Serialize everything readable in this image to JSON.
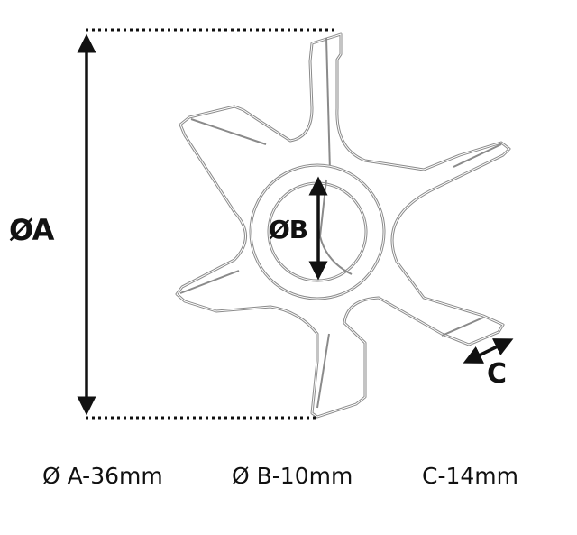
{
  "diagram": {
    "subject": "impeller",
    "labels": {
      "a": "ØA",
      "b": "ØB",
      "c": "C"
    },
    "specs": [
      {
        "key": "A",
        "text": "Ø A-36mm"
      },
      {
        "key": "B",
        "text": "Ø B-10mm"
      },
      {
        "key": "C",
        "text": "C-14mm"
      }
    ],
    "dimensions": {
      "A_mm": 36,
      "B_mm": 10,
      "C_mm": 14
    },
    "colors": {
      "outline": "#8a8a8a",
      "annotation": "#111111",
      "background": "#ffffff"
    }
  }
}
